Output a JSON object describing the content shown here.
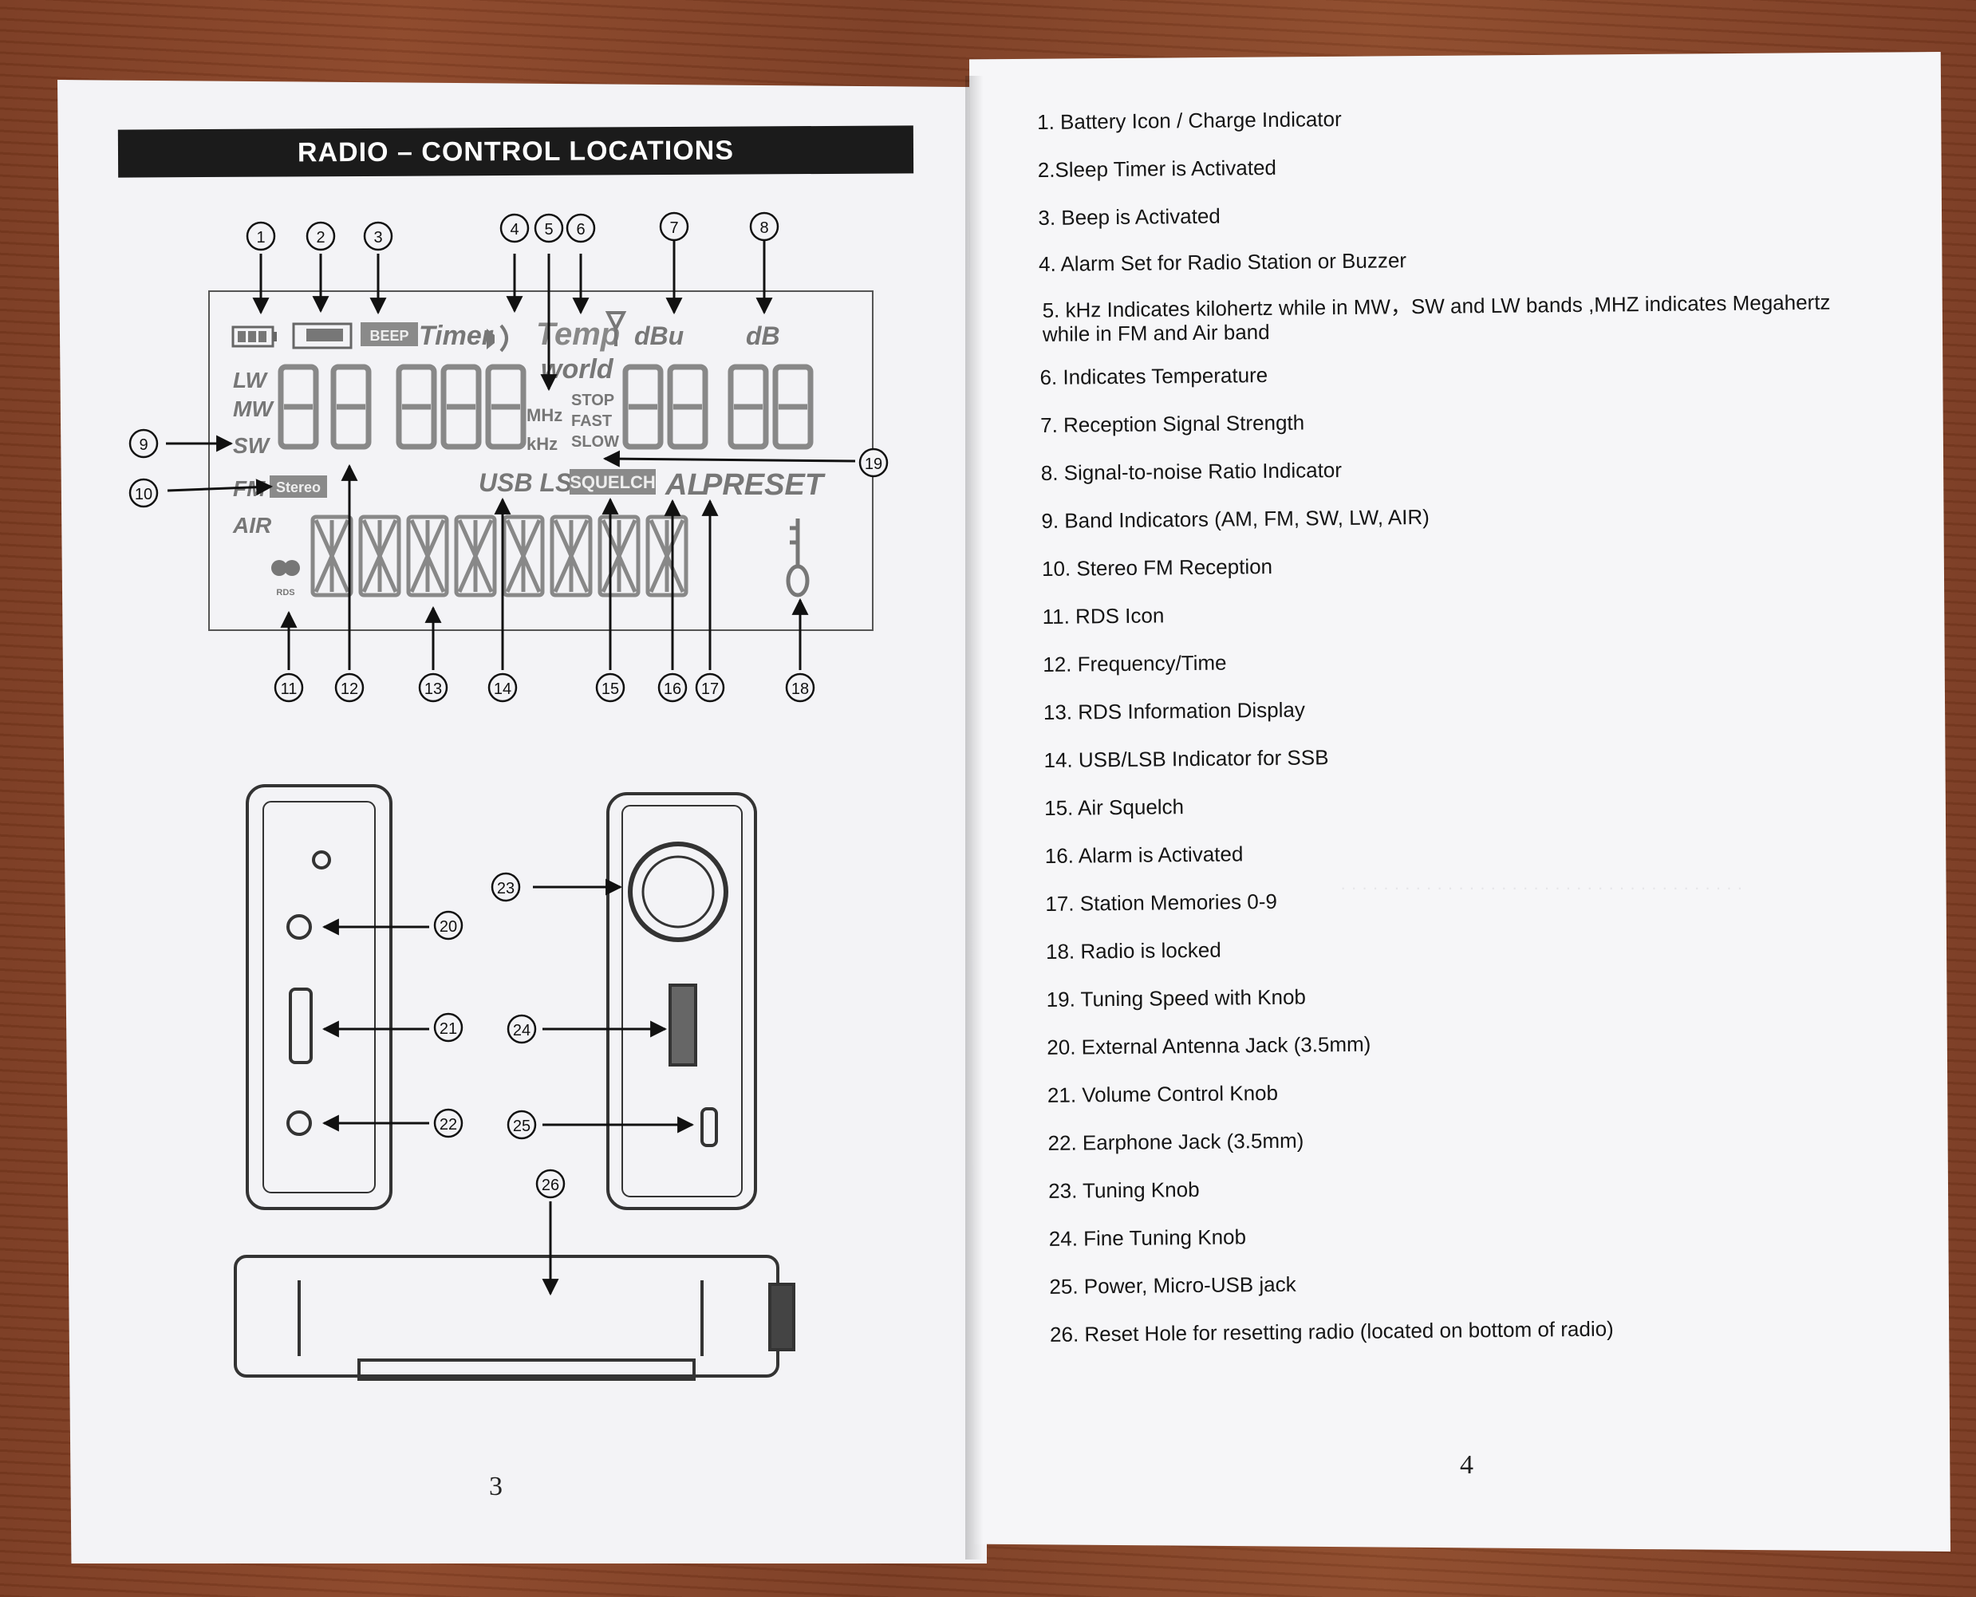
{
  "title": "RADIO – CONTROL LOCATIONS",
  "lcd": {
    "beep": "BEEP",
    "timer": "Timer",
    "temp": "Temp",
    "world": "world",
    "dbu": "dBu",
    "db": "dB",
    "bands": [
      "LW",
      "MW",
      "SW",
      "FM",
      "AIR"
    ],
    "stereo": "Stereo",
    "mhz": "MHz",
    "khz": "kHz",
    "stop": "STOP",
    "fast": "FAST",
    "slow": "SLOW",
    "usblsb": "USB LSB",
    "squelch": "SQUELCH",
    "al": "AL",
    "preset": "PRESET",
    "rds": "RDS"
  },
  "callouts": [
    "①",
    "②",
    "③",
    "④",
    "⑤",
    "⑥",
    "⑦",
    "⑧",
    "⑨",
    "⑩",
    "⑪",
    "⑫",
    "⑬",
    "⑭",
    "⑮",
    "⑯",
    "⑰",
    "⑱",
    "⑲",
    "⑳",
    "㉑",
    "㉒",
    "㉓",
    "㉔",
    "㉕",
    "㉖"
  ],
  "page_left_number": "3",
  "page_right_number": "4",
  "items": [
    "1. Battery Icon / Charge Indicator",
    "2.Sleep Timer is Activated",
    "3. Beep is Activated",
    "4. Alarm Set for Radio Station or Buzzer",
    "5.  kHz Indicates kilohertz while in MW，SW and LW bands ,MHZ indicates Megahertz while in FM and Air band",
    "6.  Indicates Temperature",
    "7.  Reception Signal Strength",
    "8.  Signal-to-noise Ratio Indicator",
    "9. Band Indicators (AM, FM, SW, LW, AIR)",
    "10. Stereo FM Reception",
    "11.  RDS Icon",
    "12.  Frequency/Time",
    "13.  RDS Information Display",
    "14.  USB/LSB Indicator for SSB",
    "15.  Air Squelch",
    "16.  Alarm is Activated",
    "17.  Station Memories 0-9",
    "18. Radio is locked",
    "19. Tuning Speed with Knob",
    "20. External Antenna Jack (3.5mm)",
    "21. Volume Control Knob",
    "22. Earphone Jack (3.5mm)",
    "23. Tuning Knob",
    "24. Fine Tuning Knob",
    "25. Power, Micro-USB jack",
    "26. Reset Hole for resetting radio (located on bottom of radio)"
  ]
}
